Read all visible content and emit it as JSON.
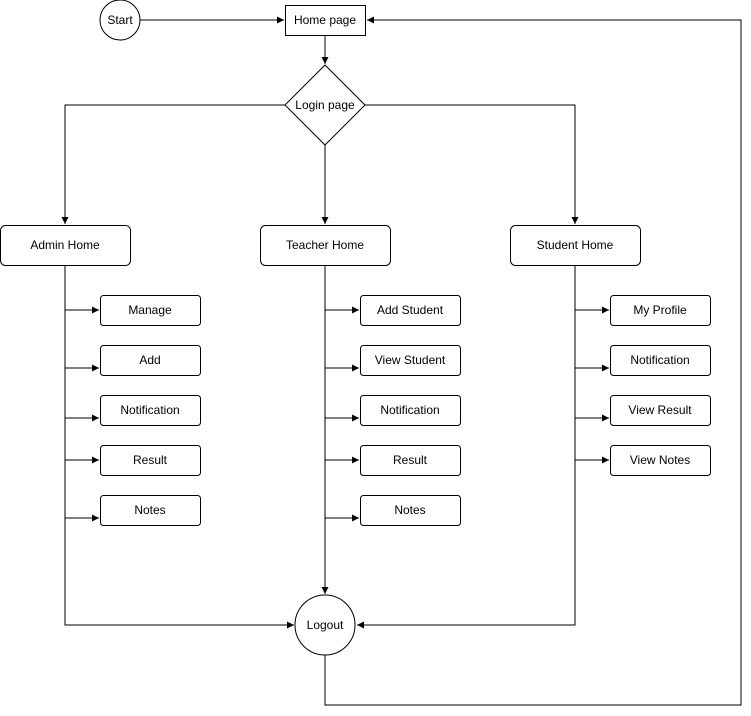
{
  "flowchart": {
    "start": "Start",
    "home_page": "Home page",
    "login_page": "Login page",
    "admin": {
      "title": "Admin Home",
      "items": [
        "Manage",
        "Add",
        "Notification",
        "Result",
        "Notes"
      ]
    },
    "teacher": {
      "title": "Teacher Home",
      "items": [
        "Add Student",
        "View Student",
        "Notification",
        "Result",
        "Notes"
      ]
    },
    "student": {
      "title": "Student Home",
      "items": [
        "My Profile",
        "Notification",
        "View Result",
        "View Notes"
      ]
    },
    "logout": "Logout"
  },
  "colors": {
    "stroke": "#000000",
    "fill": "#ffffff",
    "text": "#000000"
  }
}
